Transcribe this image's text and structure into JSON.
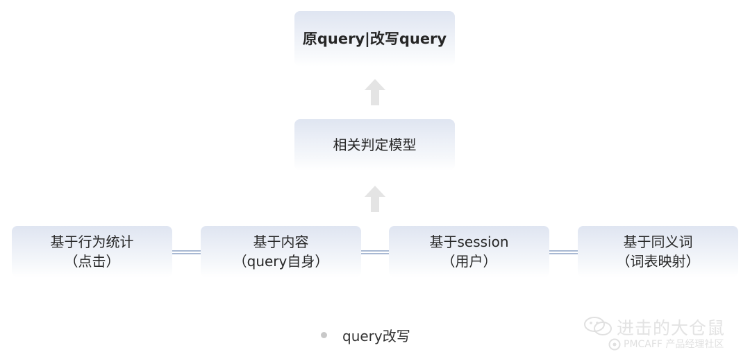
{
  "diagram": {
    "top_box": {
      "line1": "原query|改写query"
    },
    "middle_box": {
      "line1": "相关判定模型"
    },
    "bottom_boxes": [
      {
        "line1": "基于行为统计",
        "line2": "（点击）"
      },
      {
        "line1": "基于内容",
        "line2": "（query自身）"
      },
      {
        "line1": "基于session",
        "line2": "（用户）"
      },
      {
        "line1": "基于同义词",
        "line2": "（词表映射）"
      }
    ]
  },
  "legend": {
    "label": "query改写"
  },
  "watermark": {
    "title": "进击的大仓鼠",
    "subtitle": "PMCAFF 产品经理社区"
  },
  "colors": {
    "box_gradient_top": "#dfe5f1",
    "arrow": "#e4e4e4",
    "connector": "#a9b9d3",
    "text": "#262626"
  }
}
